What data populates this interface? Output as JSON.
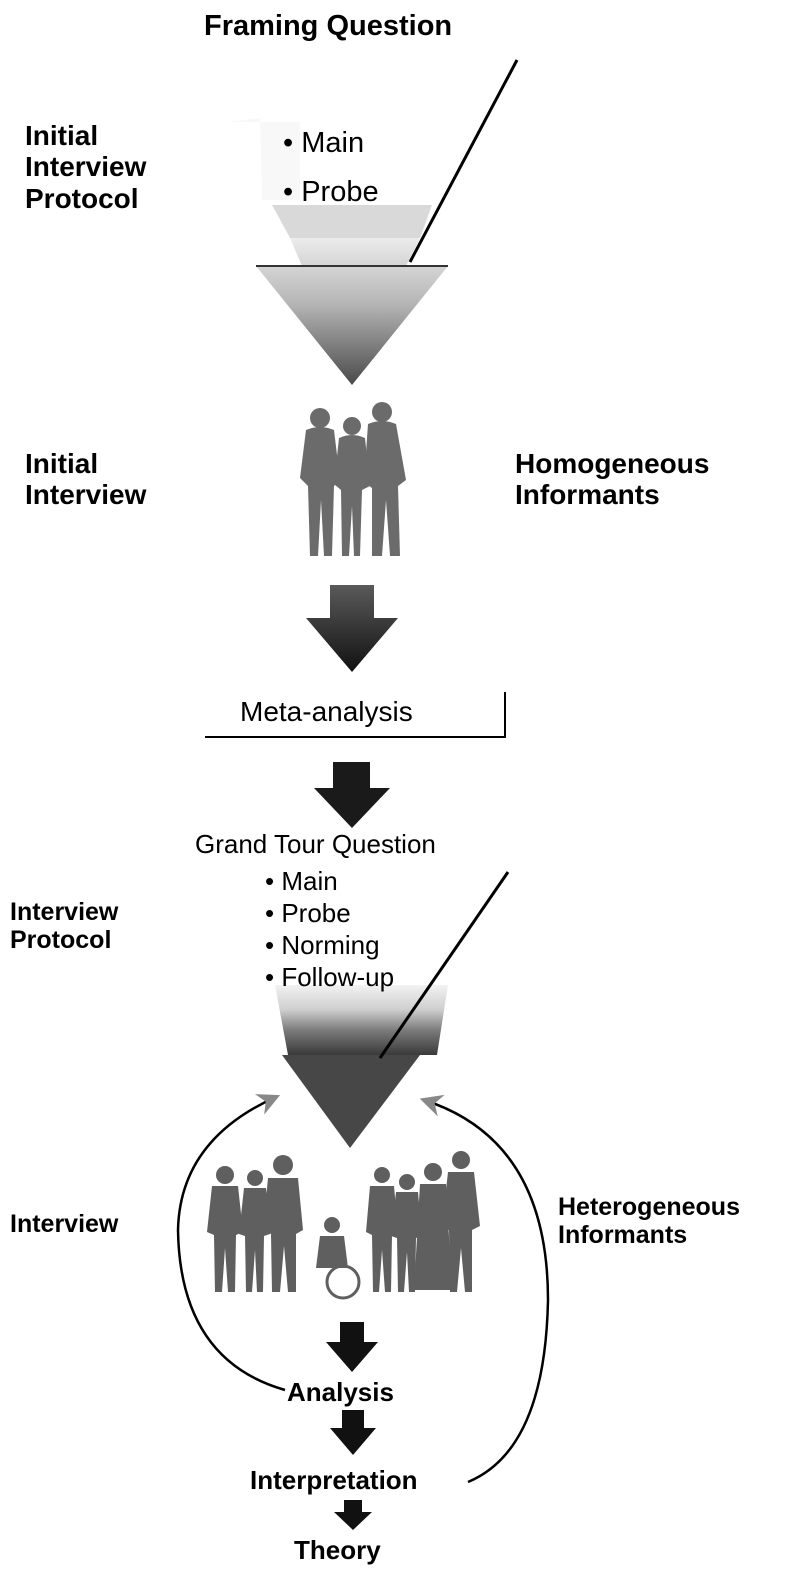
{
  "framing_question": "Framing Question",
  "initial_protocol_label": [
    "Initial",
    "Interview",
    "Protocol"
  ],
  "initial_bullets": [
    "• Main",
    "• Probe"
  ],
  "initial_interview_label": [
    "Initial",
    "Interview"
  ],
  "homogeneous_label": [
    "Homogeneous",
    "Informants"
  ],
  "meta_analysis": "Meta-analysis",
  "grand_tour_question": "Grand Tour Question",
  "grand_bullets": [
    "• Main",
    "• Probe",
    "• Norming",
    "• Follow-up"
  ],
  "interview_protocol_label": [
    "Interview",
    "Protocol"
  ],
  "interview_label": "Interview",
  "heterogeneous_label": [
    "Heterogeneous",
    "Informants"
  ],
  "analysis": "Analysis",
  "interpretation": "Interpretation",
  "theory": "Theory",
  "colors": {
    "ink": "#000000",
    "funnel_dark": "#444444",
    "funnel_light": "#d8d8d8"
  }
}
